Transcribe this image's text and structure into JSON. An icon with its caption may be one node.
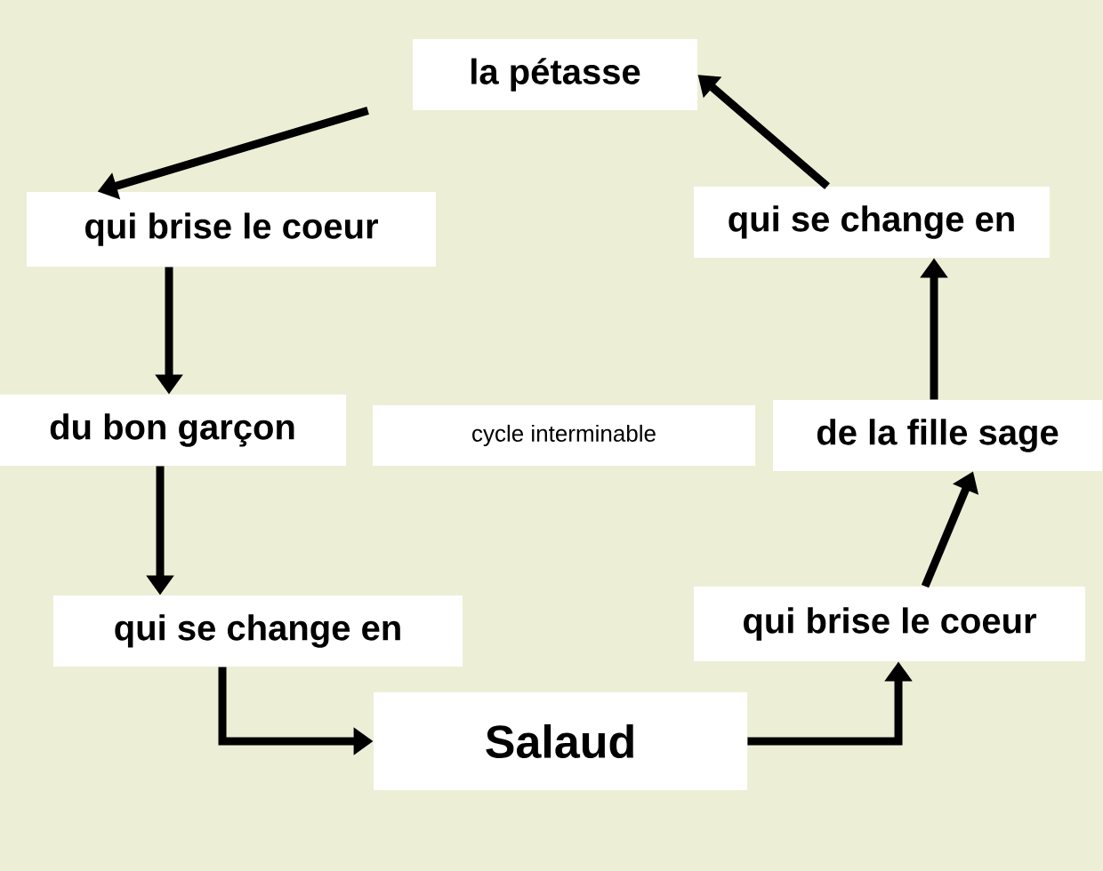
{
  "diagram": {
    "nodes": [
      {
        "text": [
          "la pétasse"
        ]
      },
      {
        "text": [
          "qui brise le coeur"
        ]
      },
      {
        "text": [
          "du bon garçon"
        ]
      },
      {
        "text": [
          "qui se change en"
        ]
      },
      {
        "text": [
          "Salaud"
        ]
      },
      {
        "text": [
          "qui brise le coeur"
        ]
      },
      {
        "text": [
          "de la fille sage"
        ]
      },
      {
        "text": [
          "qui se change en"
        ]
      },
      {
        "text": [
          "cycle interminable"
        ]
      }
    ],
    "edges": [
      {
        "from": 0,
        "to": 1,
        "arrow": "to"
      },
      {
        "from": 1,
        "to": 2,
        "arrow": "to"
      },
      {
        "from": 2,
        "to": 3,
        "arrow": "to"
      },
      {
        "from": 3,
        "to": 4,
        "arrow": "to"
      },
      {
        "from": 4,
        "to": 5,
        "arrow": "to"
      },
      {
        "from": 5,
        "to": 6,
        "arrow": "to"
      },
      {
        "from": 6,
        "to": 7,
        "arrow": "to"
      },
      {
        "from": 7,
        "to": 0,
        "arrow": "to"
      }
    ]
  }
}
